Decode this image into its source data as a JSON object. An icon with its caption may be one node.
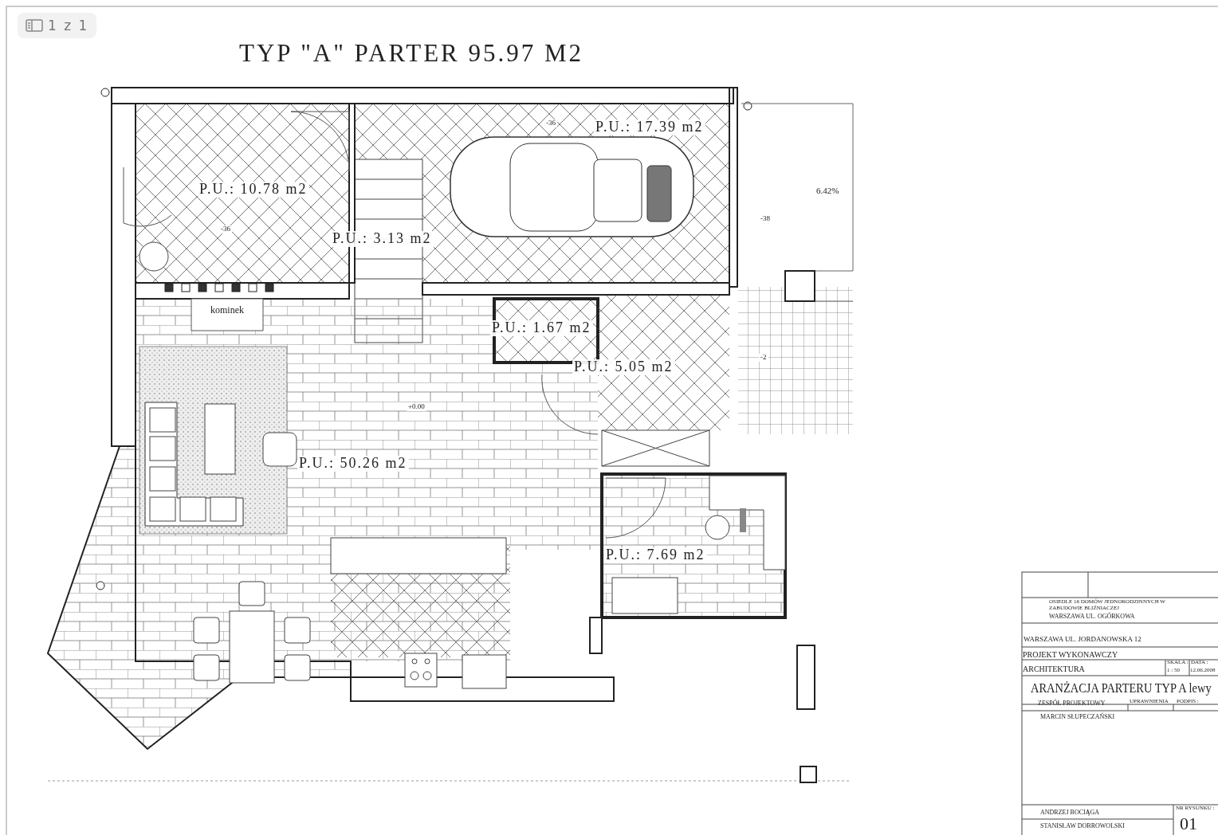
{
  "diagram": {
    "title": "TYP \"A\" PARTER 95.97 M2",
    "labels": [
      "1 z 1",
      "P.U.: 10.78 m2",
      "P.U.: 17.39 m2",
      "P.U.: 3.13 m2",
      "kominek",
      "P.U.: 1.67 m2",
      "P.U.: 5.05 m2",
      "P.U.: 50.26 m2",
      "P.U.: 7.69 m2",
      "6.42%",
      "-36",
      "-36",
      "-38",
      "-2",
      "+0.00",
      "OSIEDLE 16 DOMÓW JEDNORODZINNYCH W ZABUDOWIE BLIŹNIACZEJ",
      "WARSZAWA UL. OGÓRKOWA",
      "WARSZAWA UL. JORDANOWSKA 12",
      "PROJEKT WYKONAWCZY",
      "ARCHITEKTURA",
      "SKALA :",
      "DATA :",
      "1 : 50",
      "12.06.2008",
      "ARANŻACJA PARTERU TYP A lewy",
      "ZESPÓŁ PROJEKTOWY",
      "UPRAWNIENIA",
      "PODPIS :",
      "MARCIN SŁUPECZAŃSKI",
      "ANDRZEJ BOCIĄGA",
      "STANISŁAW DOBROWOLSKI",
      "NR RYSUNKU :",
      "01"
    ]
  }
}
